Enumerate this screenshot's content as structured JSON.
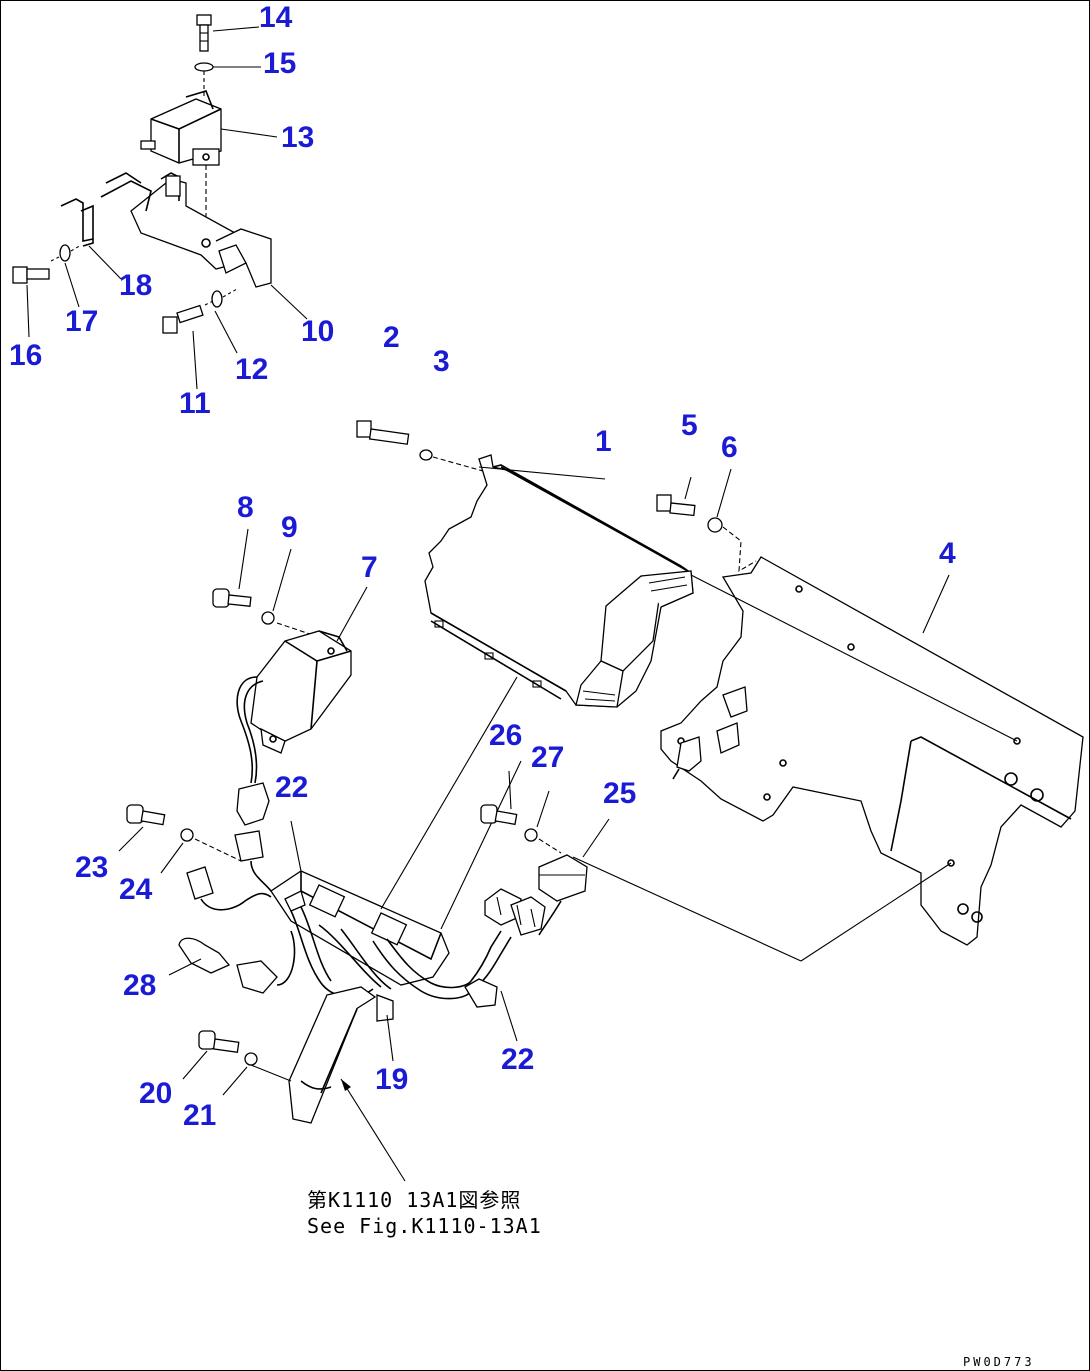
{
  "callouts": [
    {
      "id": "c14",
      "text": "14"
    },
    {
      "id": "c15",
      "text": "15"
    },
    {
      "id": "c13",
      "text": "13"
    },
    {
      "id": "c18",
      "text": "18"
    },
    {
      "id": "c17",
      "text": "17"
    },
    {
      "id": "c16",
      "text": "16"
    },
    {
      "id": "c10",
      "text": "10"
    },
    {
      "id": "c12",
      "text": "12"
    },
    {
      "id": "c11",
      "text": "11"
    },
    {
      "id": "c2",
      "text": "2"
    },
    {
      "id": "c3",
      "text": "3"
    },
    {
      "id": "c1",
      "text": "1"
    },
    {
      "id": "c5",
      "text": "5"
    },
    {
      "id": "c6",
      "text": "6"
    },
    {
      "id": "c4",
      "text": "4"
    },
    {
      "id": "c8",
      "text": "8"
    },
    {
      "id": "c9",
      "text": "9"
    },
    {
      "id": "c7",
      "text": "7"
    },
    {
      "id": "c26",
      "text": "26"
    },
    {
      "id": "c27",
      "text": "27"
    },
    {
      "id": "c25",
      "text": "25"
    },
    {
      "id": "c22a",
      "text": "22"
    },
    {
      "id": "c23",
      "text": "23"
    },
    {
      "id": "c24",
      "text": "24"
    },
    {
      "id": "c28",
      "text": "28"
    },
    {
      "id": "c19",
      "text": "19"
    },
    {
      "id": "c22b",
      "text": "22"
    },
    {
      "id": "c20",
      "text": "20"
    },
    {
      "id": "c21",
      "text": "21"
    }
  ],
  "reference_note": {
    "line1": "第K1110 13A1図参照",
    "line2": "See Fig.K1110-13A1"
  },
  "drawing_code": "PW0D773"
}
